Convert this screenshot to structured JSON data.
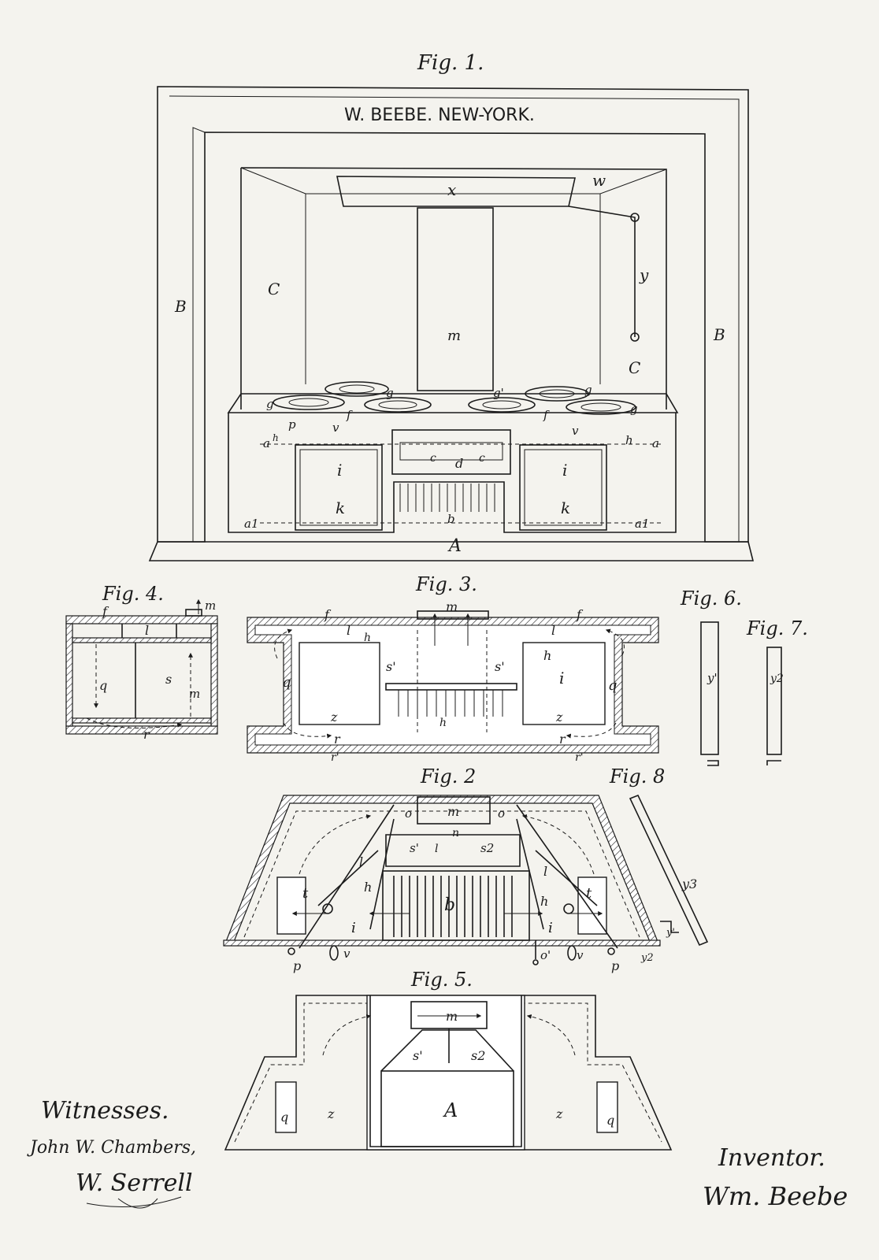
{
  "title": "W. BEEBE. NEW-YORK.",
  "figures": {
    "fig1": "Fig. 1.",
    "fig2": "Fig. 2",
    "fig3": "Fig. 3.",
    "fig4": "Fig. 4.",
    "fig5": "Fig. 5.",
    "fig6": "Fig. 6.",
    "fig7": "Fig. 7.",
    "fig8": "Fig. 8"
  },
  "fig1_labels": {
    "B_left": "B",
    "B_right": "B",
    "C_left": "C",
    "C_right": "C",
    "x": "x",
    "w": "w",
    "y": "y",
    "m": "m",
    "g1": "g",
    "g2": "g",
    "g3": "g'",
    "g4": "g",
    "g5": "g",
    "f1": "f",
    "f2": "f",
    "p": "p",
    "v1": "v",
    "v2": "v",
    "ah_left": "a",
    "h_left": "h",
    "h_right": "h",
    "a_right": "a",
    "c1": "c",
    "d": "d",
    "c2": "c",
    "i_left": "i",
    "k_left": "k",
    "i_right": "i",
    "k_right": "k",
    "a1_left": "a1",
    "a1_right": "a1",
    "b": "b",
    "A": "A"
  },
  "fig3_labels": {
    "f1": "f",
    "f2": "f",
    "m": "m",
    "l1": "l",
    "l2": "l",
    "s1": "s'",
    "s2": "s'",
    "h1": "h",
    "h2": "h",
    "h3": "h",
    "i": "i",
    "q1": "q",
    "q2": "q",
    "z1": "z",
    "z2": "z",
    "r1": "r",
    "r2": "r",
    "rp1": "r'",
    "rp2": "r'"
  },
  "fig4_labels": {
    "f": "f",
    "m1": "m",
    "m2": "m",
    "l": "l",
    "q": "q",
    "s": "s",
    "r": "r"
  },
  "fig2_labels": {
    "m": "m",
    "n": "n",
    "o1": "o",
    "o2": "o",
    "l1": "l",
    "l2": "l",
    "l3": "l",
    "s1": "s'",
    "s2": "s2",
    "t1": "t",
    "t2": "t",
    "b": "b",
    "h1": "h",
    "h2": "h",
    "i1": "i",
    "i2": "i",
    "p1": "p",
    "p2": "p",
    "v1": "v",
    "v2": "v",
    "op": "o'",
    "y1": "y'",
    "y2": "y2",
    "y3": "y3"
  },
  "fig5_labels": {
    "m": "m",
    "s1": "s'",
    "s2": "s2",
    "A": "A",
    "z1": "z",
    "z2": "z",
    "q1": "q",
    "q2": "q"
  },
  "fig6_labels": {
    "y": "y'"
  },
  "fig7_labels": {
    "y": "y2"
  },
  "witnesses": {
    "heading": "Witnesses.",
    "names": [
      "John W. Chambers,",
      "W. Serrell"
    ]
  },
  "inventor": {
    "heading": "Inventor.",
    "name": "Wm. Beebe"
  }
}
